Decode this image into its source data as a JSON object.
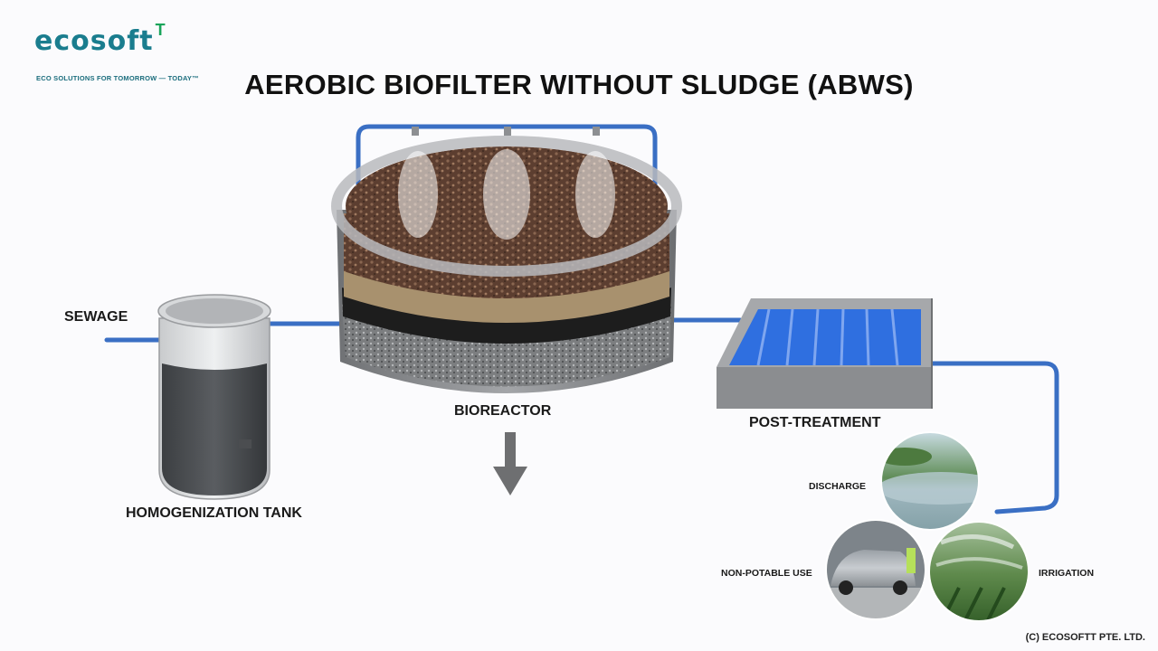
{
  "logo": {
    "wordmark": "ecosoft",
    "superscript": "T",
    "tagline": "ECO SOLUTIONS FOR TOMORROW — TODAY™"
  },
  "title": "AEROBIC BIOFILTER WITHOUT SLUDGE (ABWS)",
  "labels": {
    "sewage": "SEWAGE",
    "homogenization_tank": "HOMOGENIZATION TANK",
    "bioreactor": "BIOREACTOR",
    "post_treatment": "POST-TREATMENT",
    "discharge": "DISCHARGE",
    "non_potable_use": "NON-POTABLE USE",
    "irrigation": "IRRIGATION"
  },
  "copyright": "(C) ECOSOFTT PTE. LTD.",
  "colors": {
    "pipe": "#3a6fc4",
    "water": "#2f6fe0",
    "concrete": "#8a8c8f",
    "media": "#6b4a3a",
    "sand": "#a8916e",
    "gravel": "#1e1e1e",
    "logo_teal": "#1a7d8e",
    "logo_green": "#19a45a"
  }
}
